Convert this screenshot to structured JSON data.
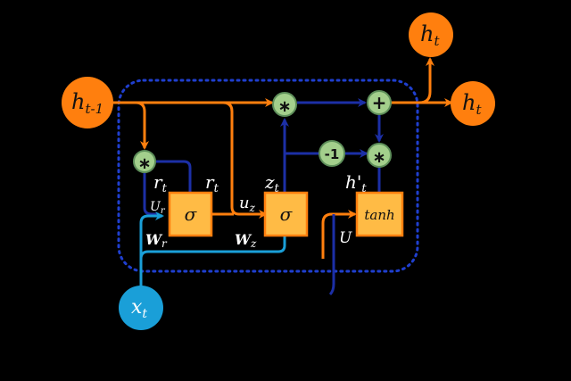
{
  "title": "GRU cell diagram",
  "colors": {
    "background": "#000000",
    "orange": "#ff7f0e",
    "gate_fill": "#ffbb45",
    "gate_border": "#ff7f0e",
    "op_fill": "#a3cf8c",
    "op_border": "#5e8f5a",
    "dark_blue": "#1c2fa6",
    "light_blue": "#1a9fd8",
    "cell_border": "#1f3fcf"
  },
  "nodes": {
    "h_prev": {
      "base": "h",
      "sub": "t-1"
    },
    "h_out_top": {
      "base": "h",
      "sub": "t"
    },
    "h_out_right": {
      "base": "h",
      "sub": "t"
    },
    "x_t": {
      "base": "x",
      "sub": "t"
    }
  },
  "ops": {
    "reset_mult": "∗",
    "update_mult": "∗",
    "add": "+",
    "neg_one": "-1",
    "candidate_mult": "∗"
  },
  "gates": {
    "reset": "σ",
    "update": "σ",
    "candidate": "tanh"
  },
  "labels": {
    "r_t_left": {
      "base": "r",
      "sub": "t"
    },
    "r_t_right": {
      "base": "r",
      "sub": "t"
    },
    "z_t": {
      "base": "z",
      "sub": "t"
    },
    "h_prime_t": {
      "base": "h'",
      "sub": "t"
    },
    "U_r": {
      "base": "U",
      "sub": "r"
    },
    "u_z": {
      "base": "u",
      "sub": "z"
    },
    "W_r": {
      "base": "W",
      "sub": "r"
    },
    "W_z": {
      "base": "W",
      "sub": "z"
    },
    "U": "U"
  }
}
